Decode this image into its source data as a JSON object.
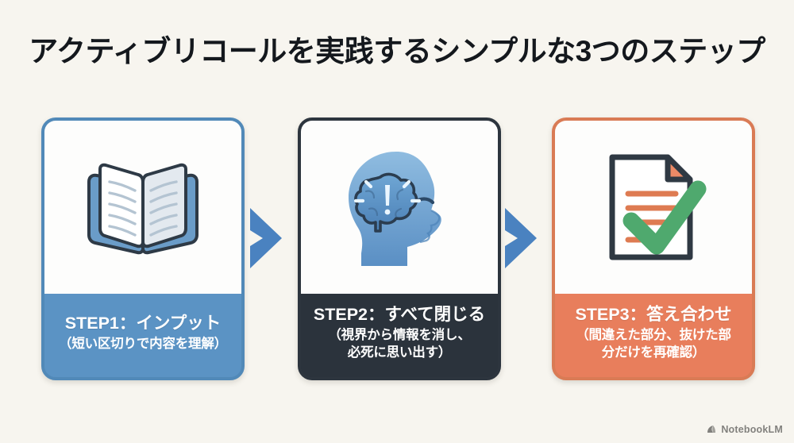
{
  "slide": {
    "title": "アクティブリコールを実践するシンプルな3つのステップ",
    "background_color": "#f7f5ef",
    "title_color": "#14181d"
  },
  "steps": [
    {
      "id": "step-1",
      "icon": "open-book-icon",
      "title": "STEP1：インプット",
      "subtitle_lines": [
        "（短い区切りで内容を理解）"
      ],
      "accent_color": "#5b93c4",
      "border_color": "#5189b8"
    },
    {
      "id": "step-2",
      "icon": "head-with-brain-idea-icon",
      "title": "STEP2：すべて閉じる",
      "subtitle_lines": [
        "（視界から情報を消し、",
        "必死に思い出す）"
      ],
      "accent_color": "#2b333c",
      "border_color": "#2d353e"
    },
    {
      "id": "step-3",
      "icon": "document-with-checkmark-icon",
      "title": "STEP3：答え合わせ",
      "subtitle_lines": [
        "（間違えた部分、抜けた部",
        "分だけを再確認）"
      ],
      "accent_color": "#e87e5c",
      "border_color": "#d97b55"
    }
  ],
  "arrows": [
    {
      "id": "arrow-1",
      "icon": "chevron-right-icon",
      "color": "#4a82c0"
    },
    {
      "id": "arrow-2",
      "icon": "chevron-right-icon",
      "color": "#4a82c0"
    }
  ],
  "watermark": {
    "icon": "notebooklm-logo-icon",
    "label": "NotebookLM"
  }
}
